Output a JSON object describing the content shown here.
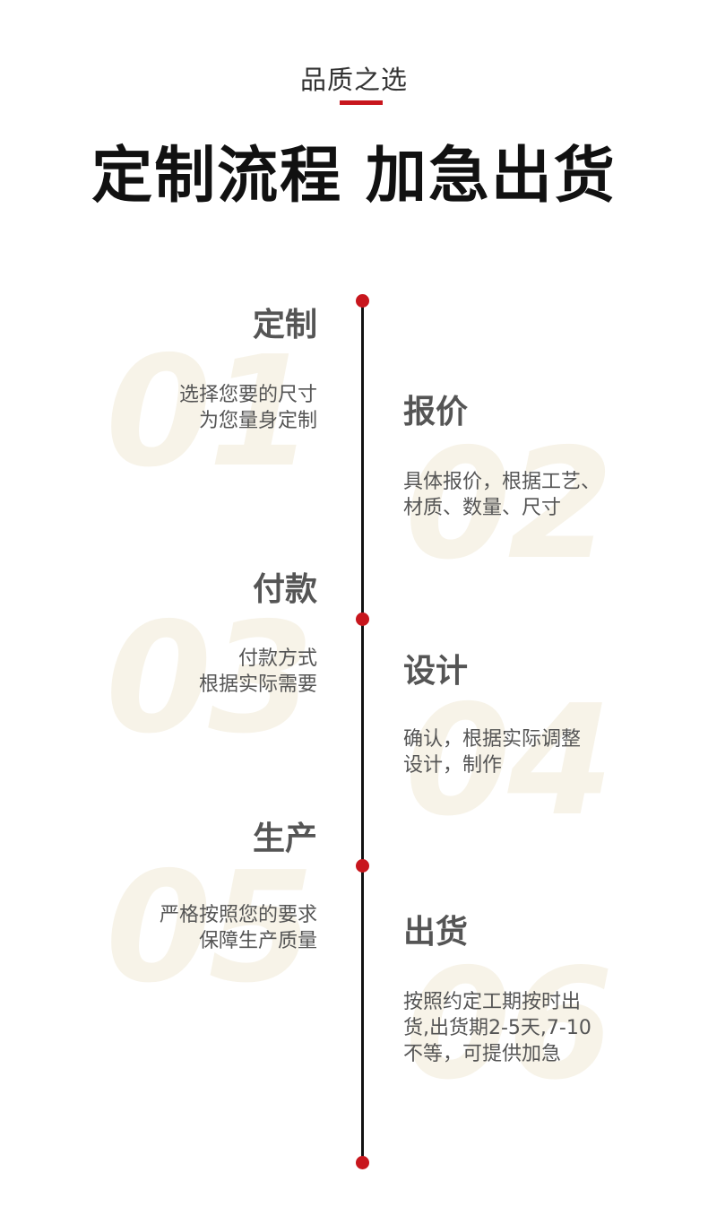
{
  "header": {
    "subtitle": "品质之选",
    "title": "定制流程 加急出货",
    "accent_color": "#c8161d"
  },
  "steps": [
    {
      "number": "01",
      "title": "定制",
      "lines": [
        "选择您要的尺寸",
        "为您量身定制"
      ]
    },
    {
      "number": "02",
      "title": "报价",
      "lines": [
        "具体报价，根据工艺、",
        "材质、数量、尺寸"
      ]
    },
    {
      "number": "03",
      "title": "付款",
      "lines": [
        "付款方式",
        "根据实际需要"
      ]
    },
    {
      "number": "04",
      "title": "设计",
      "lines": [
        "确认，根据实际调整",
        "设计，制作"
      ]
    },
    {
      "number": "05",
      "title": "生产",
      "lines": [
        "严格按照您的要求",
        "保障生产质量"
      ]
    },
    {
      "number": "06",
      "title": "出货",
      "lines": [
        "按照约定工期按时出",
        "货,出货期2-5天,7-10",
        "不等，可提供加急"
      ]
    }
  ]
}
